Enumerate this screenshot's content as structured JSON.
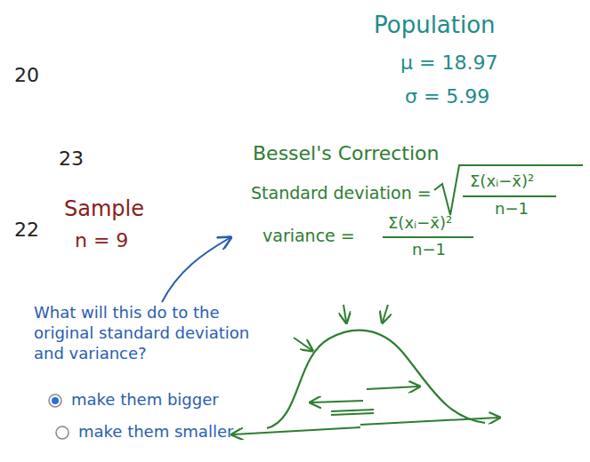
{
  "diagram": {
    "labels": [
      "Population",
      "μ = 18.97",
      "σ = 5.99",
      "20",
      "23",
      "Bessel's Correction",
      "Standard deviation =",
      "Σ(xᵢ−x̄)²",
      "n−1",
      "variance =",
      "Σ(xᵢ−x̄)²",
      "n−1",
      "22",
      "Sample",
      "n = 9",
      "What will this do to the original standard deviation and variance?",
      "make them bigger",
      "make them smaller"
    ]
  }
}
